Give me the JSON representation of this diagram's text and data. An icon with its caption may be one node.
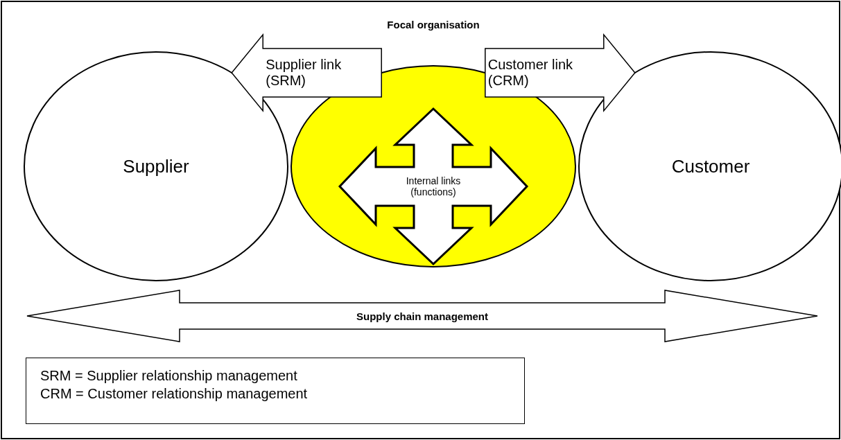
{
  "diagram": {
    "nodes": [
      {
        "text": [
          "Supplier"
        ]
      },
      {
        "text": [
          "Focal organisation"
        ]
      },
      {
        "text": [
          "Customer"
        ]
      },
      {
        "text": [
          "Internal links (functions)"
        ],
        "in": 1
      },
      {
        "text": [
          "Supply chain management"
        ]
      },
      {
        "text": [
          "SRM = Supplier relationship management",
          "CRM = Customer relationship management"
        ]
      }
    ],
    "edges": [
      {
        "from": 1,
        "to": 0,
        "arrow": "to",
        "label": "Supplier link (SRM)"
      },
      {
        "from": 1,
        "to": 2,
        "arrow": "to",
        "label": "Customer link (CRM)"
      }
    ]
  }
}
